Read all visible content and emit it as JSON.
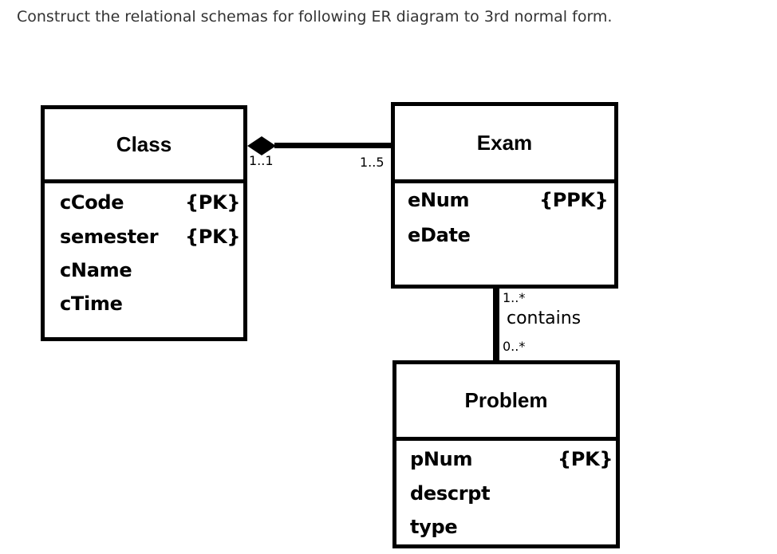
{
  "prompt": "Construct the relational schemas for following ER diagram to 3rd normal form.",
  "entities": {
    "class": {
      "name": "Class",
      "attributes": [
        {
          "name": "cCode",
          "key": "{PK}"
        },
        {
          "name": "semester",
          "key": "{PK}"
        },
        {
          "name": "cName",
          "key": ""
        },
        {
          "name": "cTime",
          "key": ""
        }
      ]
    },
    "exam": {
      "name": "Exam",
      "attributes": [
        {
          "name": "eNum",
          "key": "{PPK}"
        },
        {
          "name": "eDate",
          "key": ""
        }
      ]
    },
    "problem": {
      "name": "Problem",
      "attributes": [
        {
          "name": "pNum",
          "key": "{PK}"
        },
        {
          "name": "descrpt",
          "key": ""
        },
        {
          "name": "type",
          "key": ""
        }
      ]
    }
  },
  "relationships": {
    "class_exam": {
      "class_multiplicity": "1..1",
      "exam_multiplicity": "1..5",
      "kind": "composition"
    },
    "exam_problem": {
      "label": "contains",
      "exam_multiplicity": "1..*",
      "problem_multiplicity": "0..*"
    }
  }
}
